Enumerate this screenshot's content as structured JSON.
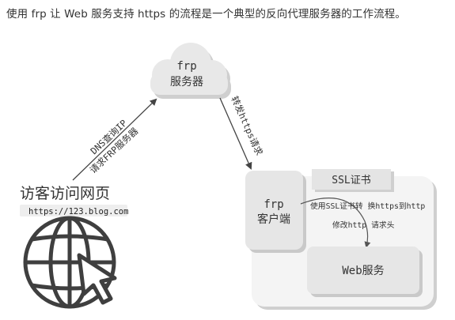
{
  "intro_text": "使用 frp 让 Web 服务支持 https 的流程是一个典型的反向代理服务器的工作流程。",
  "cloud": {
    "line1": "frp",
    "line2": "服务器"
  },
  "arrow_left": {
    "line1": "DNS查询IP",
    "line2": "请求FRP服务器"
  },
  "arrow_right": {
    "label": "转发https请求"
  },
  "visitor": {
    "title": "访客访问网页",
    "url": "https://123.blog.com"
  },
  "client": {
    "line1": "frp",
    "line2": "客户端"
  },
  "ssl": {
    "label": "SSL证书"
  },
  "process_note": {
    "line1": "使用SSL证书转 换https到http",
    "line2": "修改http 请求头"
  },
  "web": {
    "label": "Web服务"
  },
  "colors": {
    "box_fill": "#e6e6e6",
    "box_shadow": "#c9c9c9",
    "panel_fill": "#f4f4f4",
    "text": "#333333",
    "icon": "#3f3f3f"
  }
}
